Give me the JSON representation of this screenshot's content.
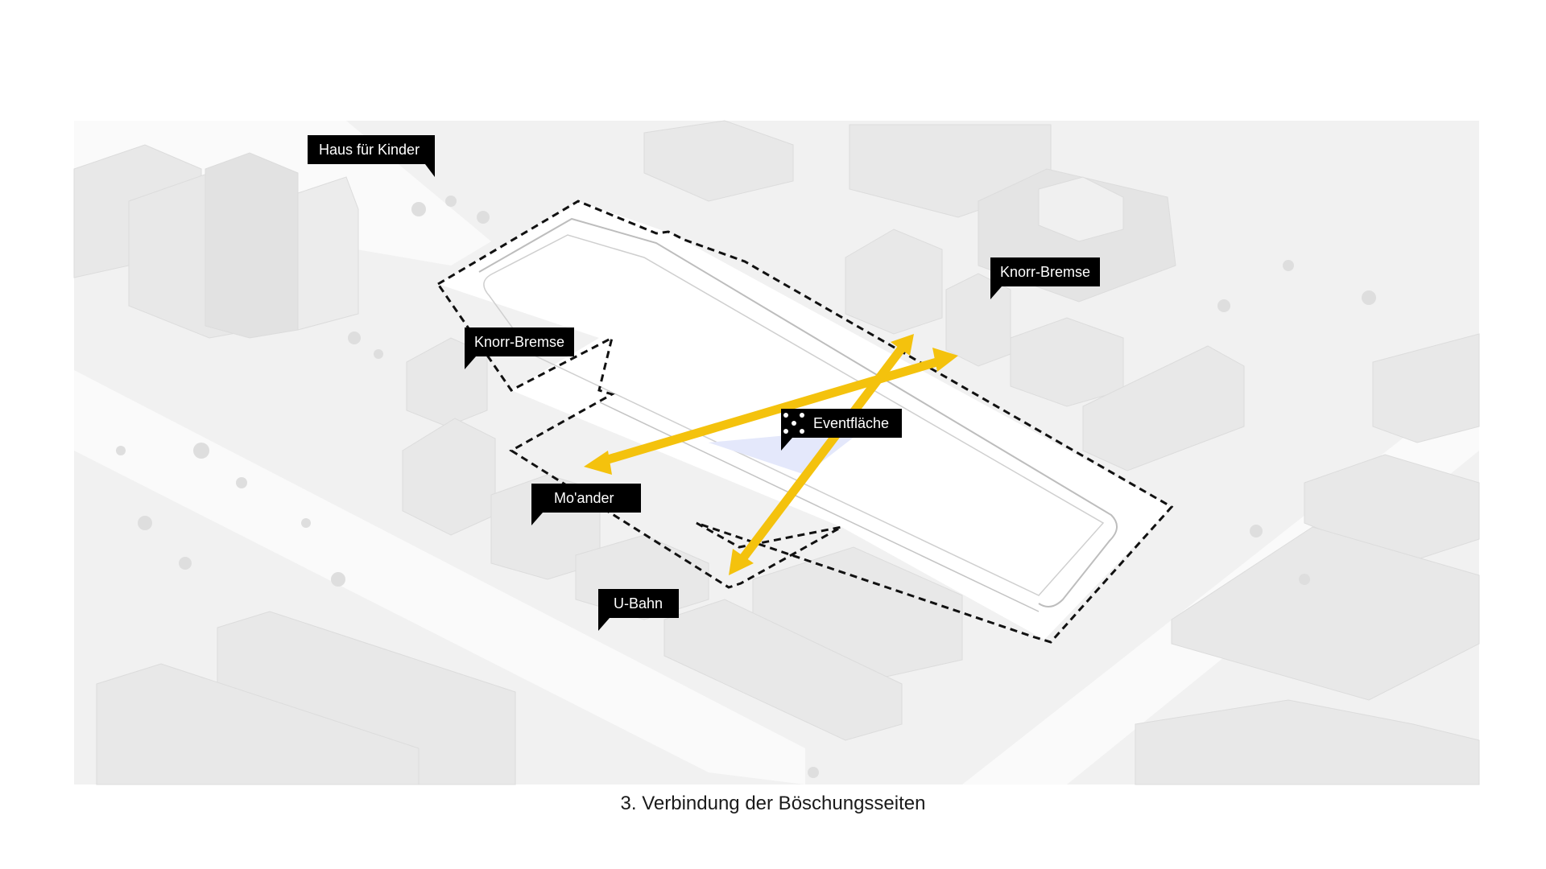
{
  "labels": {
    "haus_fuer_kinder": "Haus für Kinder",
    "knorr_bremse_east": "Knorr-Bremse",
    "knorr_bremse_west": "Knorr-Bremse",
    "eventflaeche": "Eventfläche",
    "moander": "Mo'ander",
    "u_bahn": "U-Bahn"
  },
  "caption": "3. Verbindung der Böschungsseiten",
  "colors": {
    "arrow": "#f4c20d",
    "label_bg": "#000000",
    "label_text": "#ffffff",
    "boundary": "#111111",
    "event_area": "#e4e8fb",
    "buildings": "#eeeeee"
  },
  "icons": {
    "event": "event-burst-icon"
  }
}
